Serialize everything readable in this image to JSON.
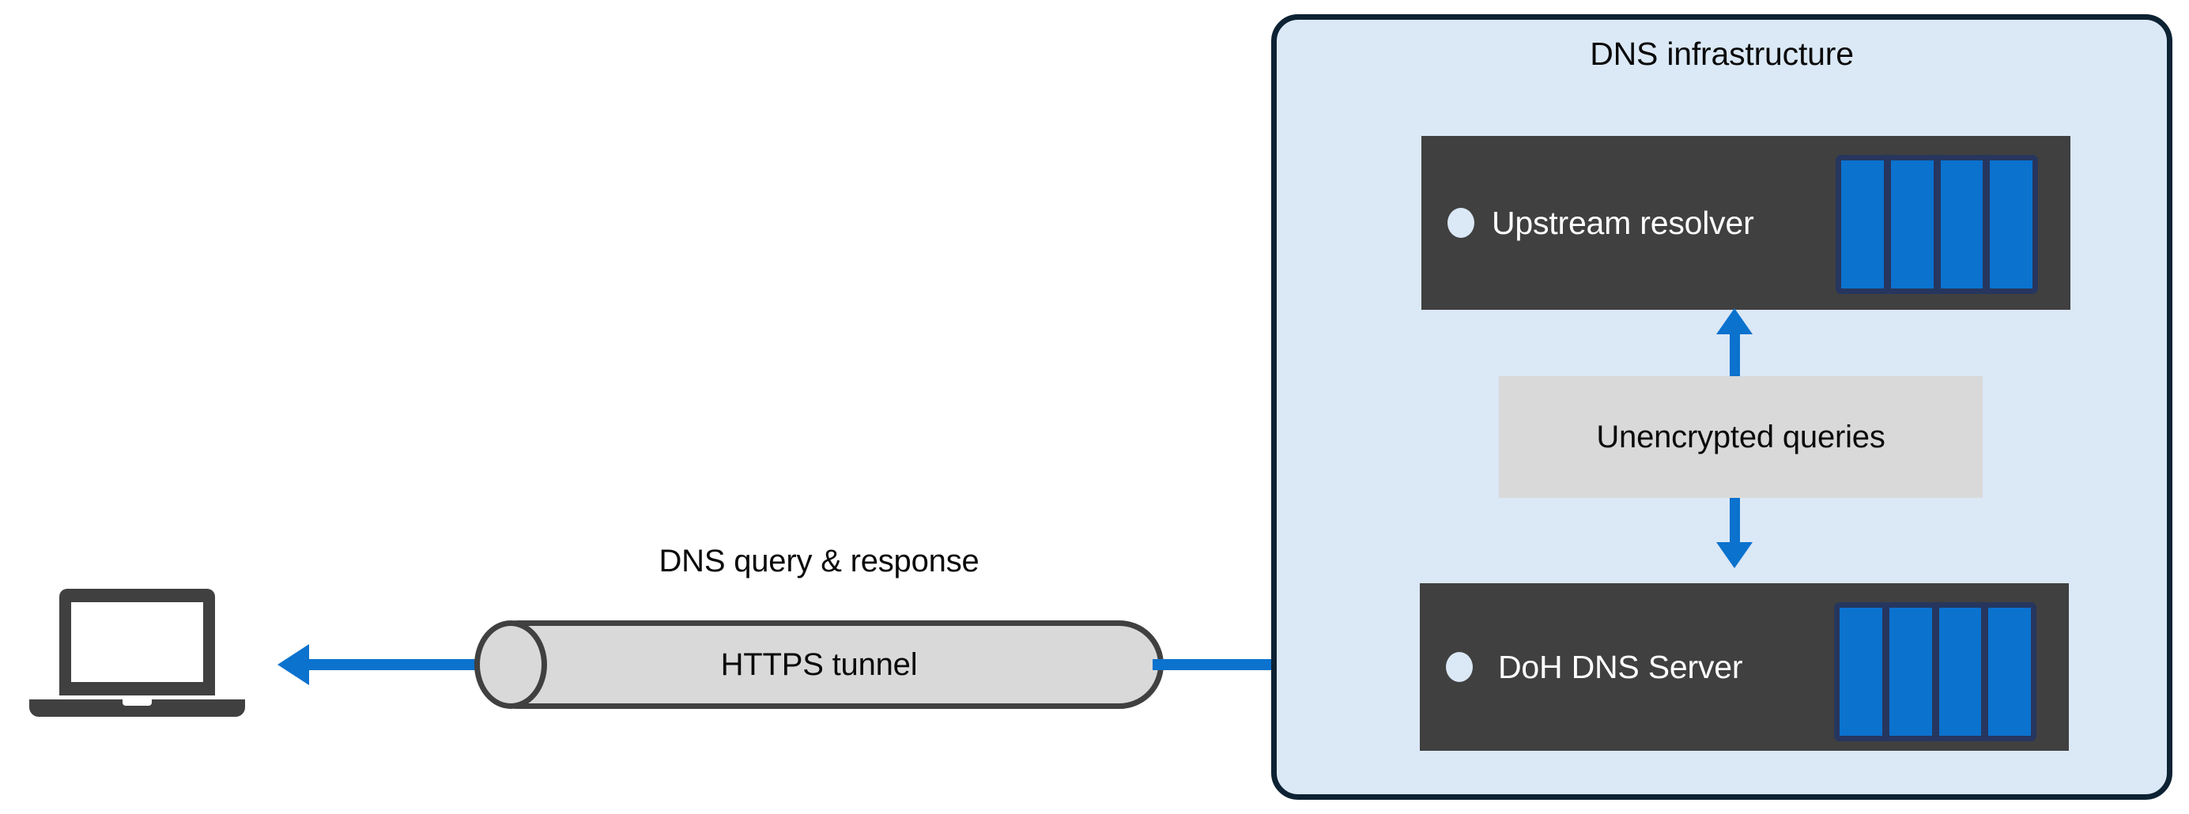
{
  "diagram": {
    "title": "DNS infrastructure",
    "background_color": "#ffffff"
  },
  "client": {
    "icon": "laptop-icon",
    "label": ""
  },
  "tunnel": {
    "caption": "DNS query & response",
    "label": "HTTPS tunnel",
    "fill_color": "#d9d9d9",
    "stroke_color": "#404040"
  },
  "infrastructure": {
    "title": "DNS infrastructure",
    "fill_color": "#dbe8f6",
    "border_color": "#0d2233",
    "nodes": [
      {
        "id": "upstream-resolver",
        "label": "Upstream resolver",
        "fill_color": "#404040",
        "drive_color": "#0b72ce",
        "drive_count": 4
      },
      {
        "id": "doh-dns-server",
        "label": "DoH DNS Server",
        "fill_color": "#404040",
        "drive_color": "#0b72ce",
        "drive_count": 4
      }
    ],
    "internal_link": {
      "label": "Unencrypted queries",
      "fill_color": "#d9d9d9",
      "arrow_color": "#0b72ce",
      "direction": "bidirectional"
    }
  },
  "connectors": {
    "arrow_color": "#0b72ce",
    "client_to_tunnel_direction": "left",
    "tunnel_to_server_direction": "right"
  }
}
